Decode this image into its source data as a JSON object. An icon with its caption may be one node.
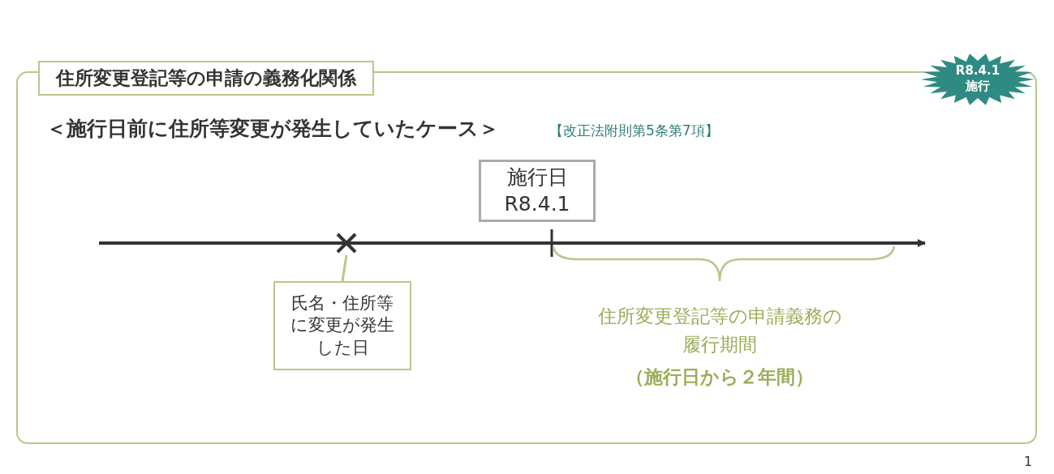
{
  "diagram": {
    "nodes": [
      {
        "text": [
          "住所変更登記等の申請の義務化関係"
        ]
      },
      {
        "text": [
          "R8.4.1",
          "施行"
        ]
      },
      {
        "text": [
          "施行日",
          "R8.4.1"
        ],
        "in": 0
      },
      {
        "text": [
          "氏名・住所等に変更が発生した日"
        ],
        "in": 0
      },
      {
        "text": [],
        "shape": "cross",
        "in": 0
      }
    ],
    "edges": [
      {
        "from": 3,
        "to": 4,
        "arrow": "none"
      }
    ],
    "labels": [
      "＜施行日前に住所等変更が発生していたケース＞",
      "【改正法附則第5条第7項】",
      "住所変更登記等の申請義務の履行期間",
      "（施行日から２年間）",
      "1"
    ]
  }
}
